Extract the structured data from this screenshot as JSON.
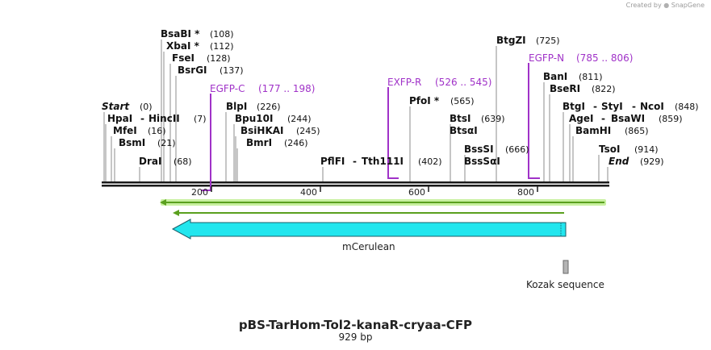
{
  "credit": {
    "text": "Created by",
    "brand": "SnapGene"
  },
  "title": "pBS-TarHom-Tol2-kanaR-cryaa-CFP",
  "length_text": "929 bp",
  "colors": {
    "primer": "#a032c8",
    "feature": "#22e6ee",
    "orf": "#5aa01e",
    "orf_glow": "#c8f0a0",
    "backbone": "#1a1a1a",
    "kozak": "#b4b4b4"
  },
  "sites": [
    {
      "name": "Start",
      "pos": "(0)",
      "italic": true
    },
    {
      "name": "HpaI",
      "pos": "",
      "italic": false
    },
    {
      "name": "HincII",
      "pos": "(7)",
      "italic": false
    },
    {
      "name": "MfeI",
      "pos": "(16)",
      "italic": false
    },
    {
      "name": "BsmI",
      "pos": "(21)",
      "italic": false
    },
    {
      "name": "DraI",
      "pos": "(68)",
      "italic": false
    },
    {
      "name": "BsaBI *",
      "pos": "(108)",
      "italic": false
    },
    {
      "name": "XbaI *",
      "pos": "(112)",
      "italic": false
    },
    {
      "name": "FseI",
      "pos": "(128)",
      "italic": false
    },
    {
      "name": "BsrGI",
      "pos": "(137)",
      "italic": false
    },
    {
      "name": "BlpI",
      "pos": "(226)",
      "italic": false
    },
    {
      "name": "Bpu10I",
      "pos": "(244)",
      "italic": false
    },
    {
      "name": "BsiHKAI",
      "pos": "(245)",
      "italic": false
    },
    {
      "name": "BmrI",
      "pos": "(246)",
      "italic": false
    },
    {
      "name": "PflFI",
      "pos": "",
      "italic": false
    },
    {
      "name": "Tth111I",
      "pos": "(402)",
      "italic": false
    },
    {
      "name": "PfoI *",
      "pos": "(565)",
      "italic": false
    },
    {
      "name": "BtsI",
      "pos": "(639)",
      "italic": false
    },
    {
      "name": "BtsαI",
      "pos": "",
      "italic": false
    },
    {
      "name": "BssSI",
      "pos": "(666)",
      "italic": false
    },
    {
      "name": "BssSαI",
      "pos": "",
      "italic": false
    },
    {
      "name": "BtgZI",
      "pos": "(725)",
      "italic": false
    },
    {
      "name": "BanI",
      "pos": "(811)",
      "italic": false
    },
    {
      "name": "BseRI",
      "pos": "(822)",
      "italic": false
    },
    {
      "name": "BtgI",
      "pos": "",
      "italic": false
    },
    {
      "name": "StyI",
      "pos": "",
      "italic": false
    },
    {
      "name": "NcoI",
      "pos": "(848)",
      "italic": false
    },
    {
      "name": "AgeI",
      "pos": "",
      "italic": false
    },
    {
      "name": "BsaWI",
      "pos": "(859)",
      "italic": false
    },
    {
      "name": "BamHI",
      "pos": "(865)",
      "italic": false
    },
    {
      "name": "TsoI",
      "pos": "(914)",
      "italic": false
    },
    {
      "name": "End",
      "pos": "(929)",
      "italic": true
    }
  ],
  "primers": [
    {
      "name": "EGFP-C",
      "range": "(177 .. 198)"
    },
    {
      "name": "EXFP-R",
      "range": "(526 .. 545)"
    },
    {
      "name": "EGFP-N",
      "range": "(785 .. 806)"
    }
  ],
  "ruler": [
    "200",
    "400",
    "600",
    "800"
  ],
  "features": {
    "mcerulean": "mCerulean",
    "kozak": "Kozak sequence"
  }
}
